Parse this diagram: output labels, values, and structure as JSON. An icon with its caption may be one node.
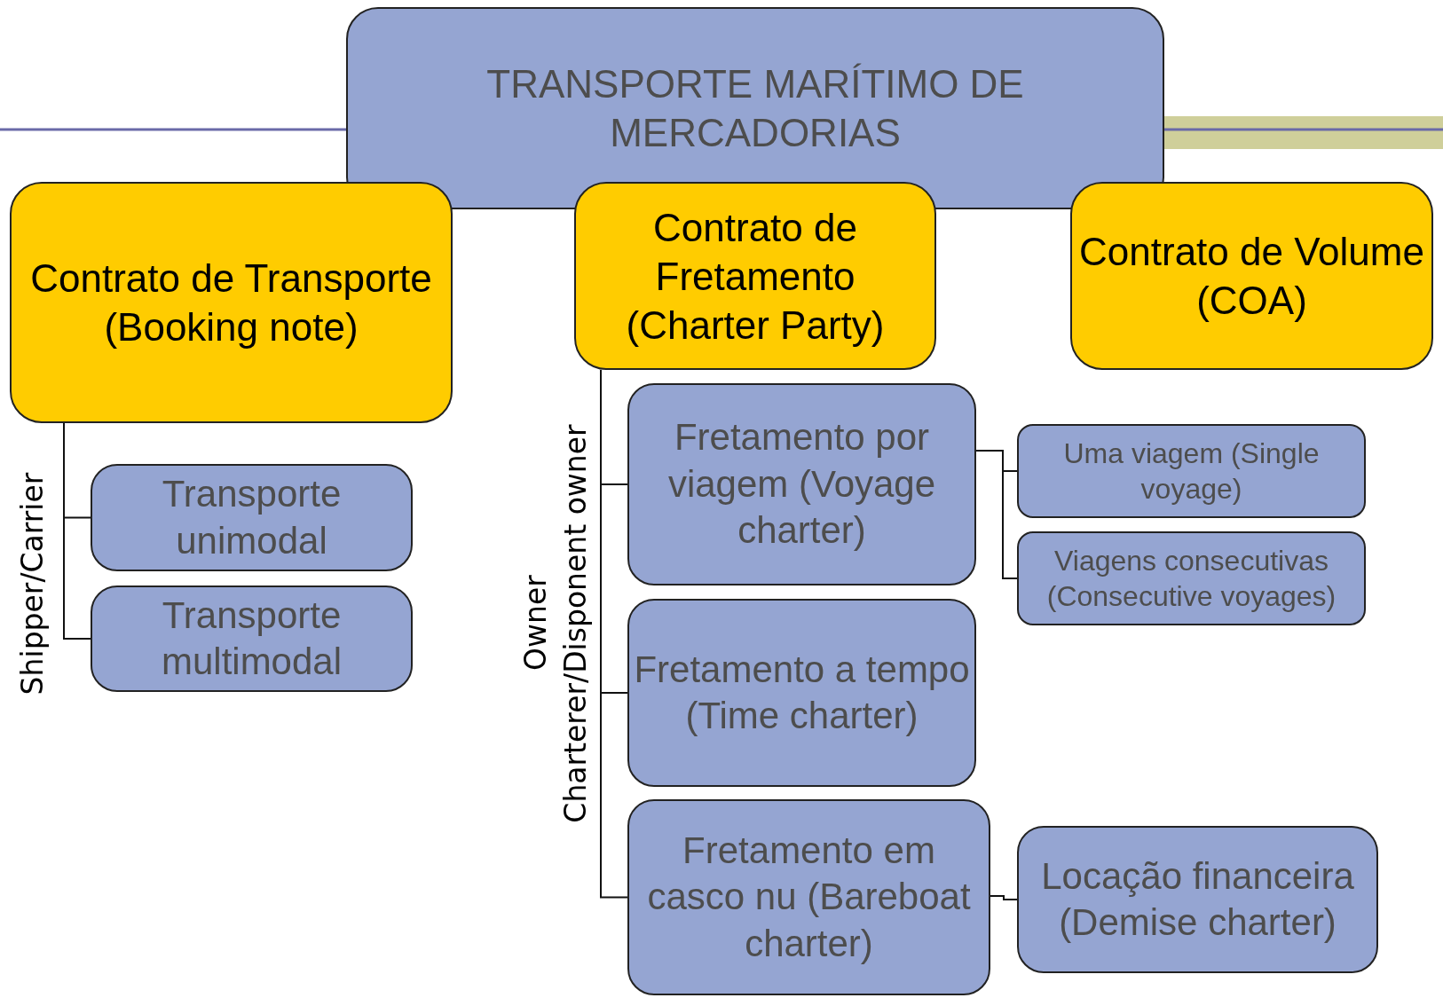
{
  "diagram": {
    "nodes": [
      {
        "text": [
          "TRANSPORTE MARÍTIMO DE MERCADORIAS"
        ]
      },
      {
        "text": [
          "Contrato de Transporte (Booking note)"
        ]
      },
      {
        "text": [
          "Contrato de Fretamento (Charter Party)"
        ]
      },
      {
        "text": [
          "Contrato de Volume (COA)"
        ]
      },
      {
        "text": [
          "Transporte unimodal"
        ]
      },
      {
        "text": [
          "Transporte multimodal"
        ]
      },
      {
        "text": [
          "Fretamento por viagem (Voyage charter)"
        ]
      },
      {
        "text": [
          "Uma viagem (Single voyage)"
        ]
      },
      {
        "text": [
          "Viagens consecutivas (Consecutive voyages)"
        ]
      },
      {
        "text": [
          "Fretamento a tempo (Time charter)"
        ]
      },
      {
        "text": [
          "Fretamento em casco nu (Bareboat charter)"
        ]
      },
      {
        "text": [
          "Locação financeira (Demise charter)"
        ]
      }
    ],
    "edges": [
      {
        "from": 1,
        "to": 4,
        "arrow": "none"
      },
      {
        "from": 1,
        "to": 5,
        "arrow": "none"
      },
      {
        "from": 2,
        "to": 6,
        "arrow": "none"
      },
      {
        "from": 2,
        "to": 9,
        "arrow": "none"
      },
      {
        "from": 2,
        "to": 10,
        "arrow": "none"
      },
      {
        "from": 6,
        "to": 7,
        "arrow": "none"
      },
      {
        "from": 6,
        "to": 8,
        "arrow": "none"
      },
      {
        "from": 10,
        "to": 11,
        "arrow": "none"
      }
    ],
    "labels": [
      "Shipper/Carrier",
      "Owner",
      "Charterer/Disponent owner"
    ]
  }
}
